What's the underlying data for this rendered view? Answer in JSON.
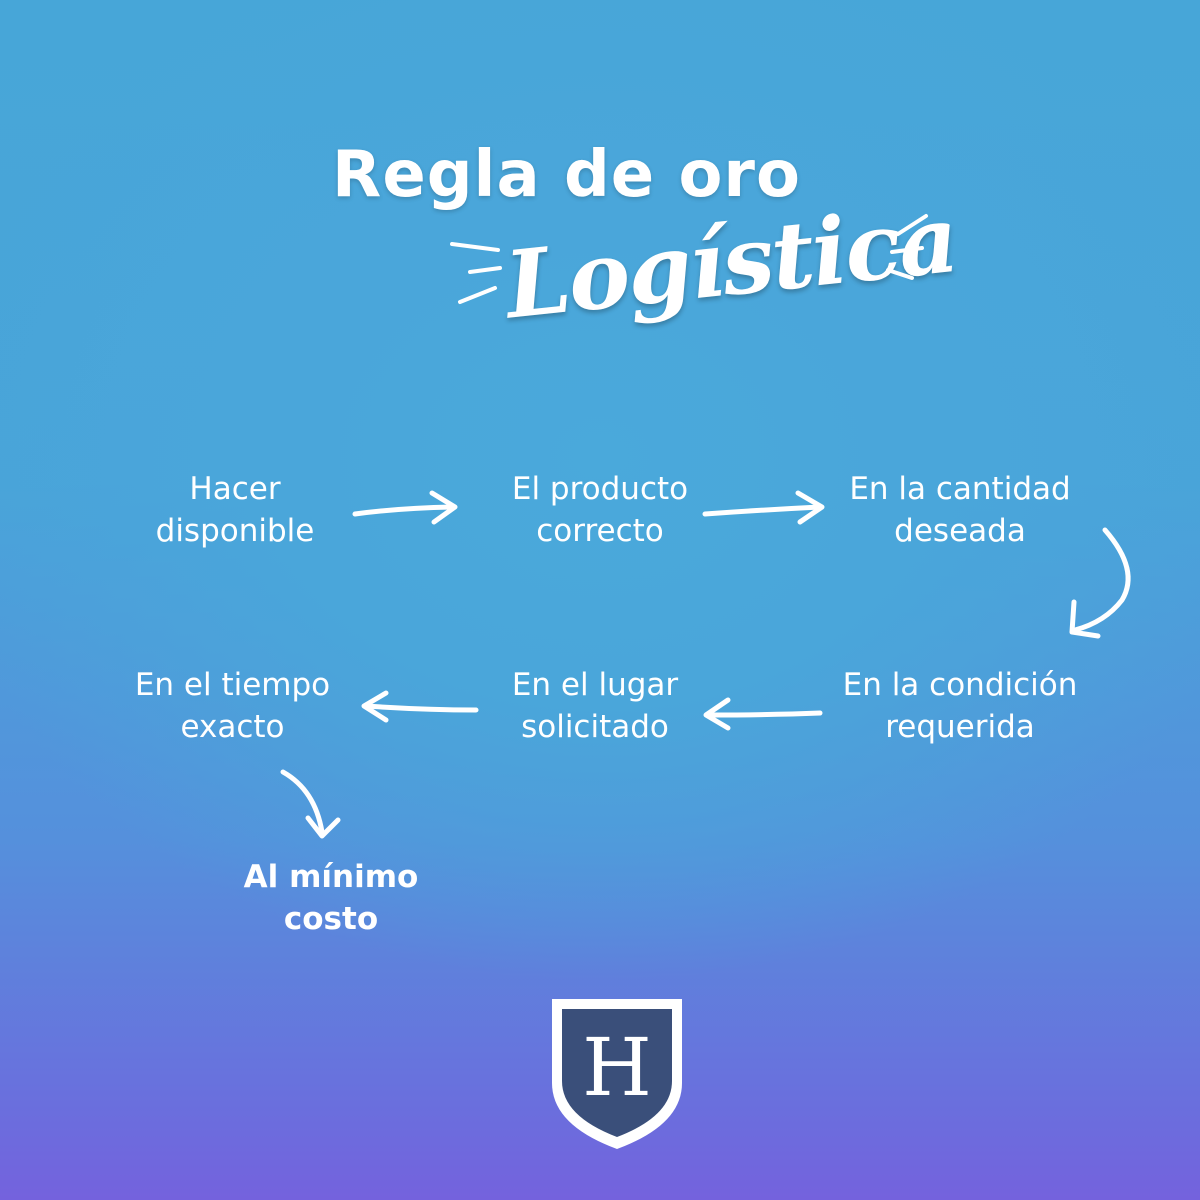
{
  "title": "Regla de oro",
  "subtitle": "Logística",
  "steps": [
    {
      "line1": "Hacer",
      "line2": "disponible"
    },
    {
      "line1": "El producto",
      "line2": "correcto"
    },
    {
      "line1": "En la cantidad",
      "line2": "deseada"
    },
    {
      "line1": "En la condición",
      "line2": "requerida"
    },
    {
      "line1": "En el lugar",
      "line2": "solicitado"
    },
    {
      "line1": "En el tiempo",
      "line2": "exacto"
    },
    {
      "line1": "Al mínimo",
      "line2": "costo"
    }
  ],
  "logo": {
    "letter": "H"
  },
  "colors": {
    "text": "#ffffff",
    "background_top": "#47a6d8",
    "background_bottom": "#7462dd"
  }
}
